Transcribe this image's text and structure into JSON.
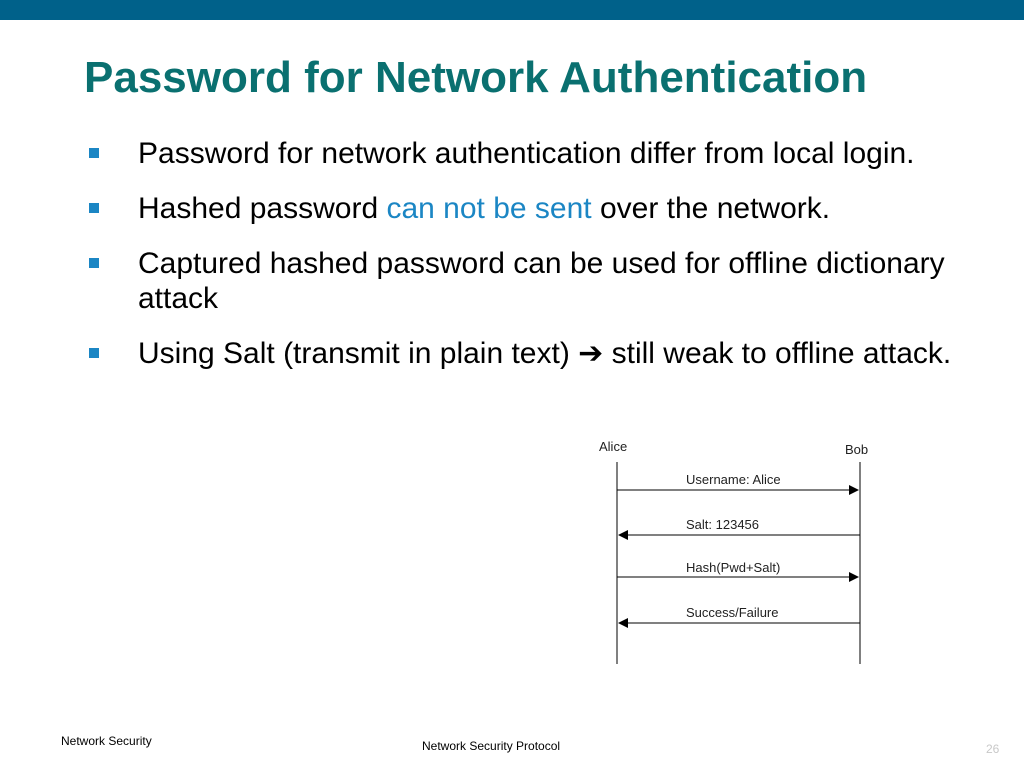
{
  "slide": {
    "title": "Password for Network Authentication",
    "bullets": [
      {
        "text": "Password for network authentication differ from local login."
      },
      {
        "before": "Hashed password ",
        "highlight": "can not be sent",
        "after": " over the network."
      },
      {
        "text": "Captured hashed password can be used for offline dictionary attack"
      },
      {
        "before": "Using Salt (transmit in plain text) ",
        "icon": "right-arrow-icon",
        "after": " still weak to offline attack."
      }
    ],
    "highlight_color": "#1b86c4",
    "title_color": "#0a7070",
    "bar_color": "#00618a"
  },
  "diagram": {
    "left_party": "Alice",
    "right_party": "Bob",
    "messages": [
      {
        "label": "Username: Alice",
        "direction": "right"
      },
      {
        "label": "Salt: 123456",
        "direction": "left"
      },
      {
        "label": "Hash(Pwd+Salt)",
        "direction": "right"
      },
      {
        "label": "Success/Failure",
        "direction": "left"
      }
    ]
  },
  "footer": {
    "left": "Network Security",
    "center": "Network Security Protocol",
    "page_number": "26"
  }
}
